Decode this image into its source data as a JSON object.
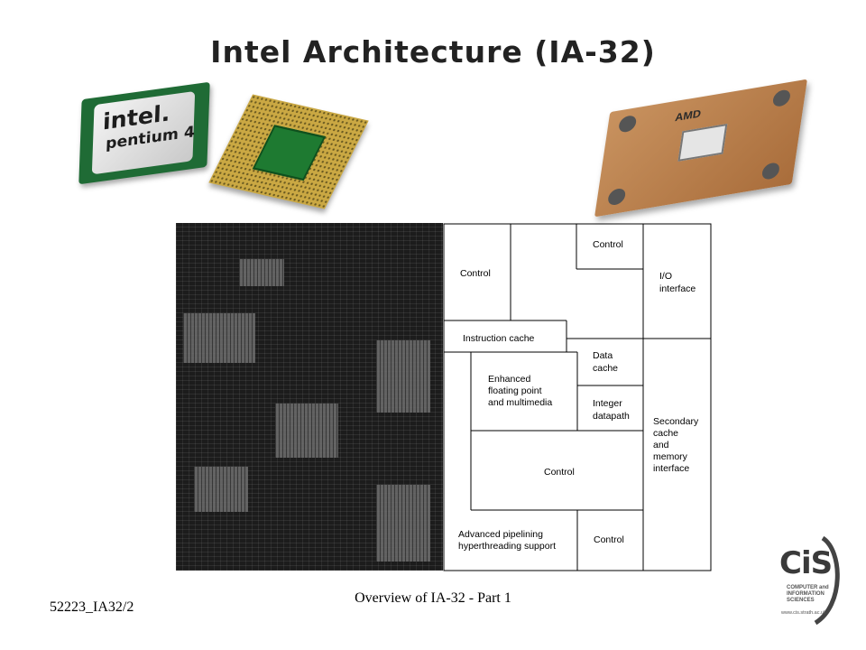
{
  "slide": {
    "title": "Intel Architecture (IA-32)",
    "footer_id": "52223_IA32/2",
    "footer_center": "Overview of IA-32 - Part 1"
  },
  "images": {
    "intel_brand": "intel.",
    "intel_model": "pentium 4",
    "amd_brand": "AMD"
  },
  "floorplan": {
    "control_top_left": "Control",
    "control_top": "Control",
    "io_line1": "I/O",
    "io_line2": "interface",
    "instruction_cache": "Instruction cache",
    "data_cache_1": "Data",
    "data_cache_2": "cache",
    "fp_1": "Enhanced",
    "fp_2": "floating point",
    "fp_3": "and multimedia",
    "int_1": "Integer",
    "int_2": "datapath",
    "sec_1": "Secondary",
    "sec_2": "cache",
    "sec_3": "and",
    "sec_4": "memory",
    "sec_5": "interface",
    "control_middle": "Control",
    "pipe_1": "Advanced pipelining",
    "pipe_2": "hyperthreading support",
    "control_bottom": "Control"
  },
  "logo": {
    "text": "CiS",
    "subtitle_1": "COMPUTER and",
    "subtitle_2": "INFORMATION",
    "subtitle_3": "SCIENCES",
    "url": "www.cis.strath.ac.uk"
  }
}
